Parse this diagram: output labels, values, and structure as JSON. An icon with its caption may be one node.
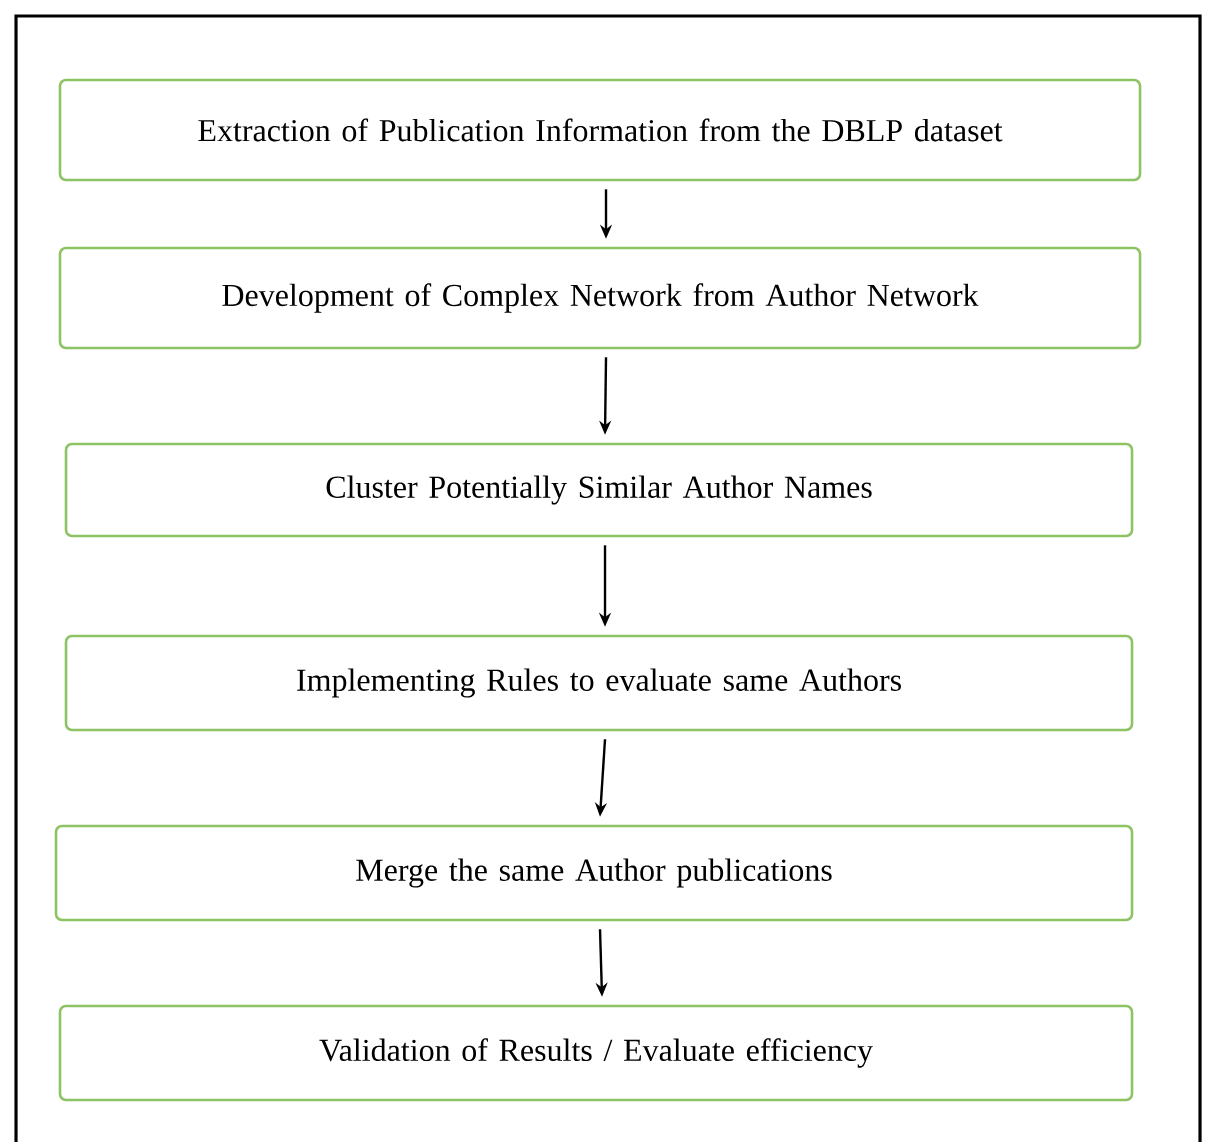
{
  "diagram": {
    "nodes": [
      {
        "text": [
          "Extraction of Publication Information from the DBLP dataset"
        ]
      },
      {
        "text": [
          "Development of Complex Network from Author Network"
        ]
      },
      {
        "text": [
          "Cluster Potentially Similar Author Names"
        ]
      },
      {
        "text": [
          "Implementing Rules to evaluate same Authors"
        ]
      },
      {
        "text": [
          "Merge the same Author publications"
        ]
      },
      {
        "text": [
          "Validation of Results / Evaluate efficiency"
        ]
      }
    ],
    "edges": [
      {
        "from": 0,
        "to": 1,
        "arrow": "to"
      },
      {
        "from": 1,
        "to": 2,
        "arrow": "to"
      },
      {
        "from": 2,
        "to": 3,
        "arrow": "to"
      },
      {
        "from": 3,
        "to": 4,
        "arrow": "to"
      },
      {
        "from": 4,
        "to": 5,
        "arrow": "to"
      }
    ]
  }
}
